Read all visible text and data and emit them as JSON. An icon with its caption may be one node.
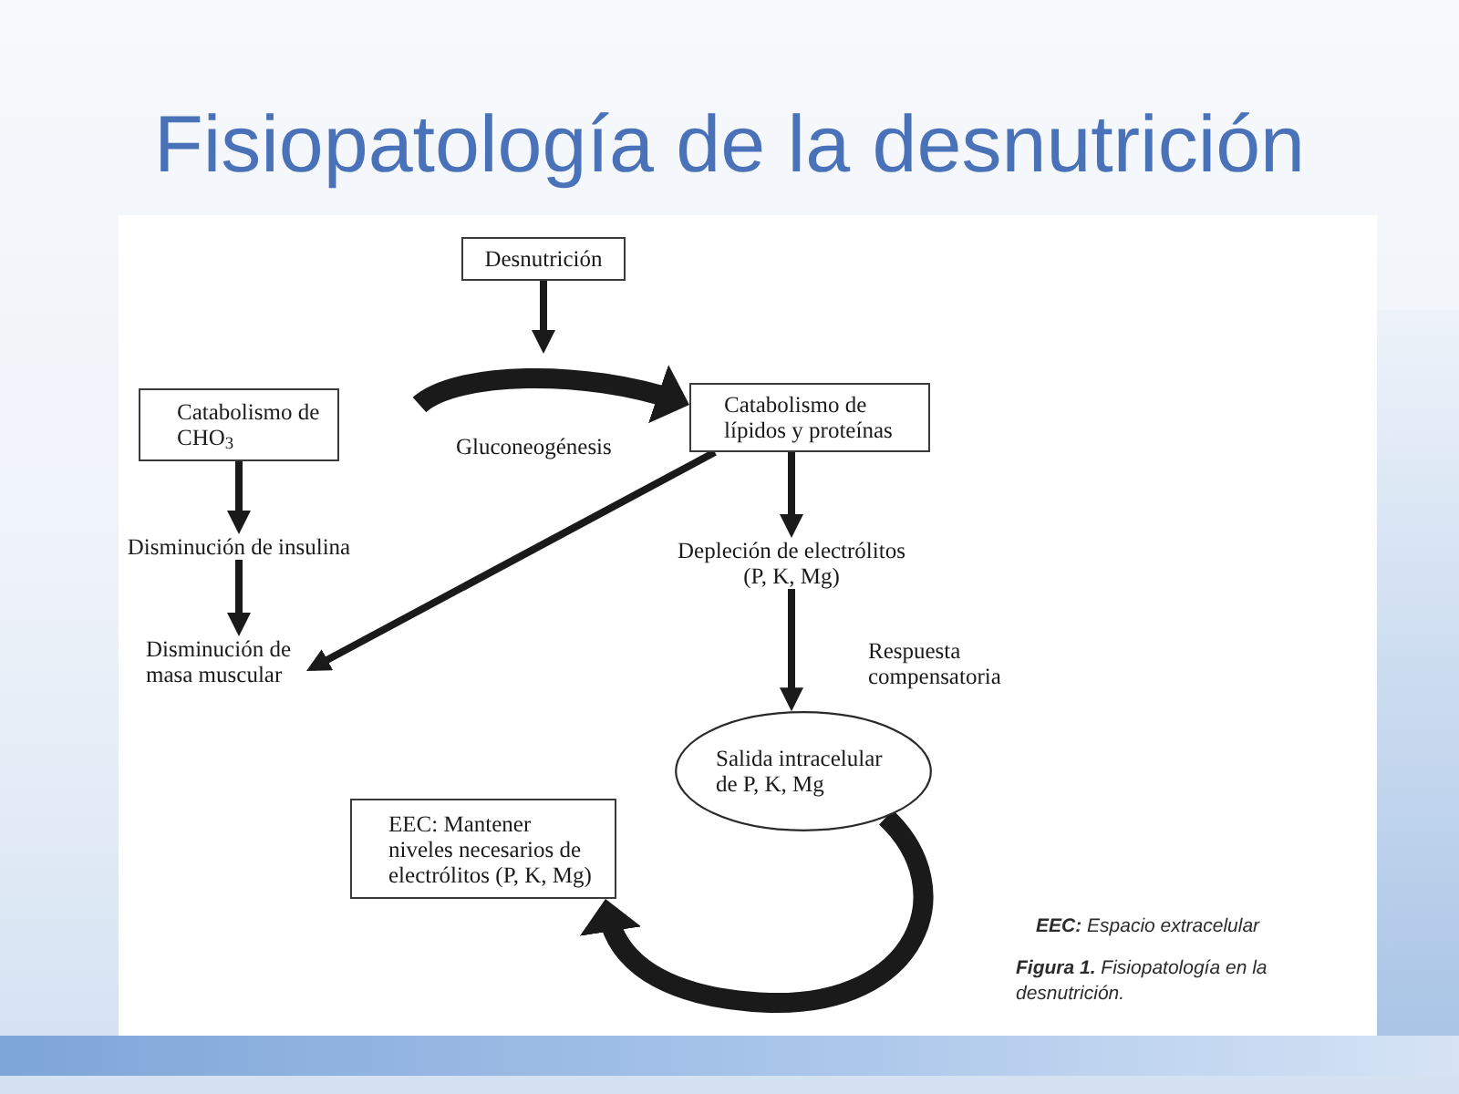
{
  "diagram": {
    "title": "Fisiopatología de la desnutrición",
    "caption": "**Figura 1.** Fisiopatología en la desnutrición.",
    "nodes": [
      {
        "text": [
          "Desnutrición"
        ]
      },
      {
        "text": [
          "Catabolismo de CHO$_{3}$"
        ]
      },
      {
        "text": [
          "Catabolismo de lípidos y proteínas"
        ]
      },
      {
        "text": [
          "Disminución de insulina"
        ]
      },
      {
        "text": [
          "Disminución de masa muscular"
        ]
      },
      {
        "text": [
          "Depleción de electrólitos (P, K, Mg)"
        ]
      },
      {
        "text": [
          "Salida intracelular de P, K, Mg"
        ]
      },
      {
        "text": [
          "EEC: Mantener niveles necesarios de electrólitos (P, K, Mg)"
        ]
      }
    ],
    "edges": [
      {
        "from": 0,
        "to": null,
        "arrow": "to"
      },
      {
        "from": null,
        "to": 2,
        "arrow": "to",
        "label": "Gluconeogénesis",
        "style": "thick"
      },
      {
        "from": 1,
        "to": 3,
        "arrow": "to"
      },
      {
        "from": 3,
        "to": 4,
        "arrow": "to"
      },
      {
        "from": 2,
        "to": 4,
        "arrow": "to"
      },
      {
        "from": 2,
        "to": 5,
        "arrow": "to"
      },
      {
        "from": 5,
        "to": 6,
        "arrow": "to",
        "label": "Respuesta compensatoria"
      },
      {
        "from": 6,
        "to": 7,
        "arrow": "to",
        "style": "thick"
      }
    ],
    "labels": [
      "**EEC:** Espacio extracelular"
    ]
  }
}
